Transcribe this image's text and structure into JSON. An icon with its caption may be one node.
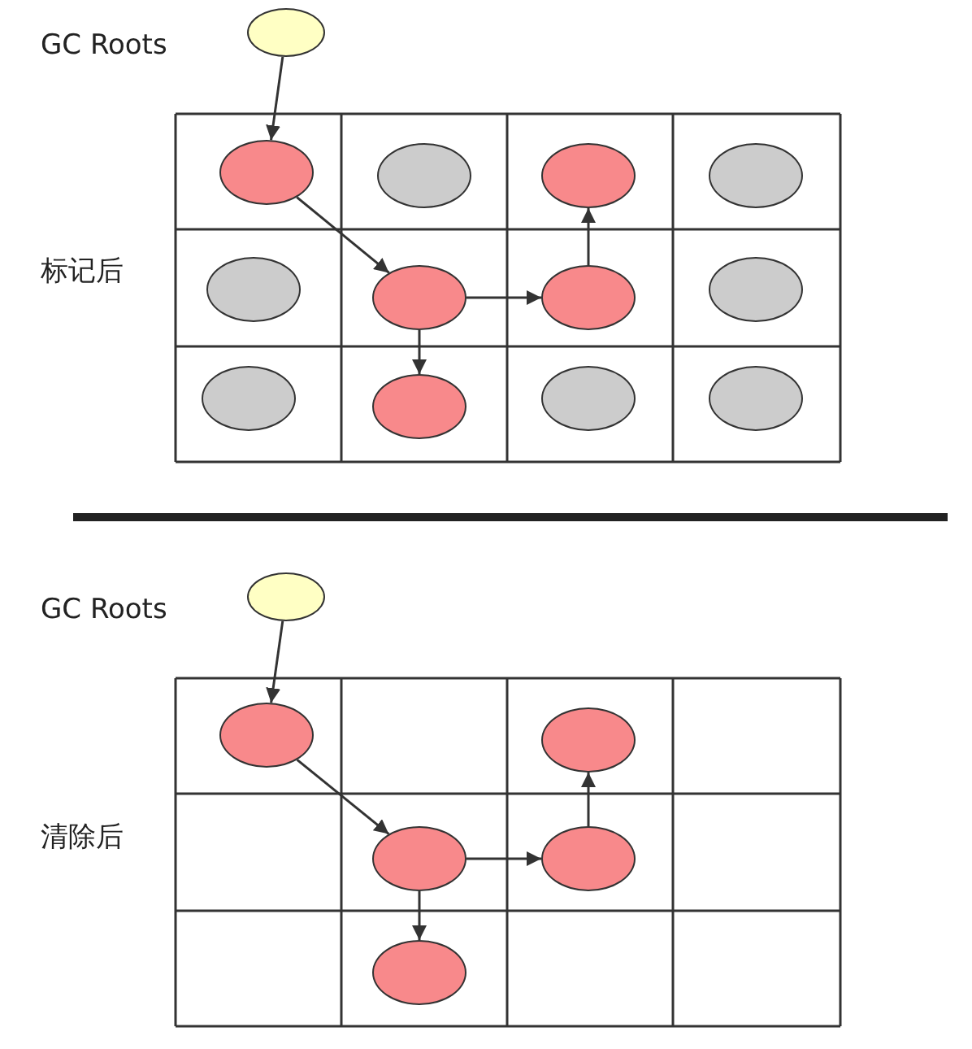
{
  "diagram": {
    "nodes": [
      {
        "text": [],
        "shape": "circle",
        "beside": [
          "GC Roots"
        ]
      },
      {
        "text": [],
        "shape": "circle"
      },
      {
        "text": [],
        "shape": "circle"
      },
      {
        "text": [],
        "shape": "circle"
      },
      {
        "text": [],
        "shape": "circle"
      },
      {
        "text": [],
        "shape": "circle"
      },
      {
        "text": [],
        "shape": "circle"
      },
      {
        "text": [],
        "shape": "circle"
      },
      {
        "text": [],
        "shape": "circle"
      },
      {
        "text": [],
        "shape": "circle"
      },
      {
        "text": [],
        "shape": "circle"
      },
      {
        "text": [],
        "shape": "circle"
      },
      {
        "text": [],
        "shape": "circle"
      },
      {
        "text": [],
        "shape": "circle",
        "beside": [
          "GC Roots"
        ]
      },
      {
        "text": [],
        "shape": "circle"
      },
      {
        "text": [],
        "shape": "circle"
      },
      {
        "text": [],
        "shape": "circle"
      },
      {
        "text": [],
        "shape": "circle"
      },
      {
        "text": [],
        "shape": "circle"
      }
    ],
    "edges": [
      {
        "from": 0,
        "to": 1,
        "arrow": "to"
      },
      {
        "from": 1,
        "to": 6,
        "arrow": "to"
      },
      {
        "from": 6,
        "to": 7,
        "arrow": "to"
      },
      {
        "from": 7,
        "to": 3,
        "arrow": "to"
      },
      {
        "from": 6,
        "to": 10,
        "arrow": "to"
      },
      {
        "from": 13,
        "to": 14,
        "arrow": "to"
      },
      {
        "from": 14,
        "to": 16,
        "arrow": "to"
      },
      {
        "from": 16,
        "to": 17,
        "arrow": "to"
      },
      {
        "from": 17,
        "to": 15,
        "arrow": "to"
      },
      {
        "from": 16,
        "to": 18,
        "arrow": "to"
      }
    ],
    "labels": [
      "标记后",
      "清除后"
    ]
  }
}
